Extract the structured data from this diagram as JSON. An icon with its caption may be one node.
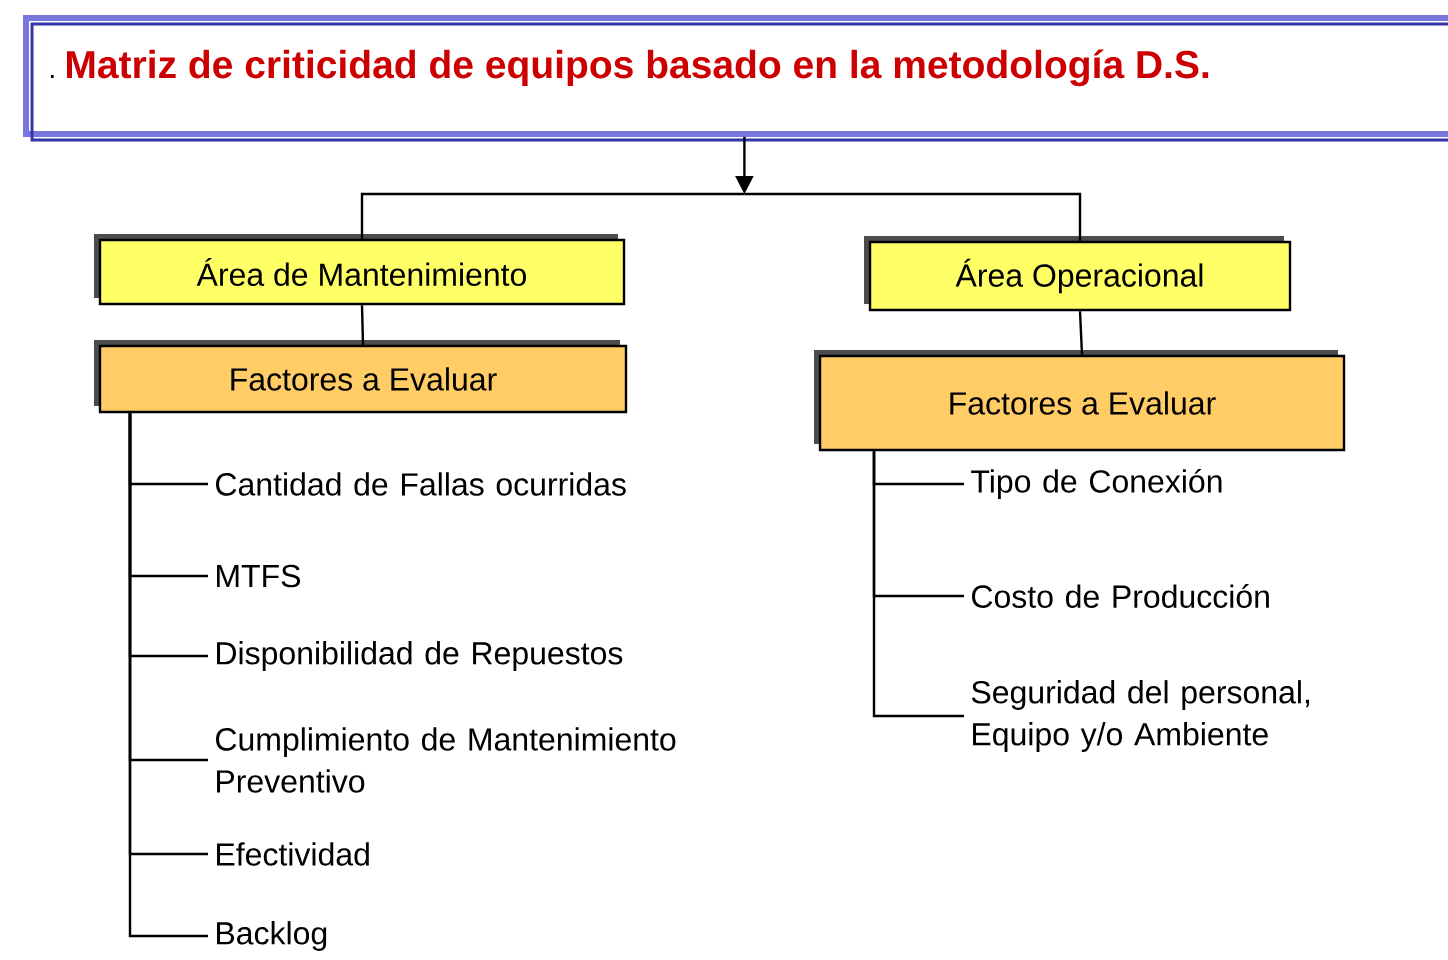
{
  "diagram": {
    "nodes": [
      {
        "text": [
          ".",
          "Matriz de criticidad de equipos basado en la metodología D.S."
        ]
      },
      {
        "text": [
          "Área de Mantenimiento"
        ]
      },
      {
        "text": [
          "Área Operacional"
        ]
      },
      {
        "text": [
          "Factores a Evaluar"
        ]
      },
      {
        "text": [
          "Factores a Evaluar"
        ]
      },
      {
        "text": [
          "Cantidad de Fallas ocurridas"
        ]
      },
      {
        "text": [
          "MTFS"
        ]
      },
      {
        "text": [
          "Disponibilidad de Repuestos"
        ]
      },
      {
        "text": [
          "Cumplimiento de Mantenimiento Preventivo"
        ]
      },
      {
        "text": [
          "Efectividad"
        ]
      },
      {
        "text": [
          "Backlog"
        ]
      },
      {
        "text": [
          "Tipo de Conexión"
        ]
      },
      {
        "text": [
          "Costo de Producción"
        ]
      },
      {
        "text": [
          "Seguridad del personal, Equipo y/o Ambiente"
        ]
      }
    ],
    "edges": [
      {
        "from": 0,
        "to": null,
        "arrow": "to"
      },
      {
        "from": null,
        "to": 1,
        "arrow": "none"
      },
      {
        "from": null,
        "to": 2,
        "arrow": "none"
      },
      {
        "from": 1,
        "to": 3,
        "arrow": "none"
      },
      {
        "from": 2,
        "to": 4,
        "arrow": "none"
      },
      {
        "from": 3,
        "to": 5,
        "arrow": "none"
      },
      {
        "from": 3,
        "to": 6,
        "arrow": "none"
      },
      {
        "from": 3,
        "to": 7,
        "arrow": "none"
      },
      {
        "from": 3,
        "to": 8,
        "arrow": "none"
      },
      {
        "from": 3,
        "to": 9,
        "arrow": "none"
      },
      {
        "from": 3,
        "to": 10,
        "arrow": "none"
      },
      {
        "from": 4,
        "to": 11,
        "arrow": "none"
      },
      {
        "from": 4,
        "to": 12,
        "arrow": "none"
      },
      {
        "from": 4,
        "to": 13,
        "arrow": "none"
      }
    ]
  }
}
